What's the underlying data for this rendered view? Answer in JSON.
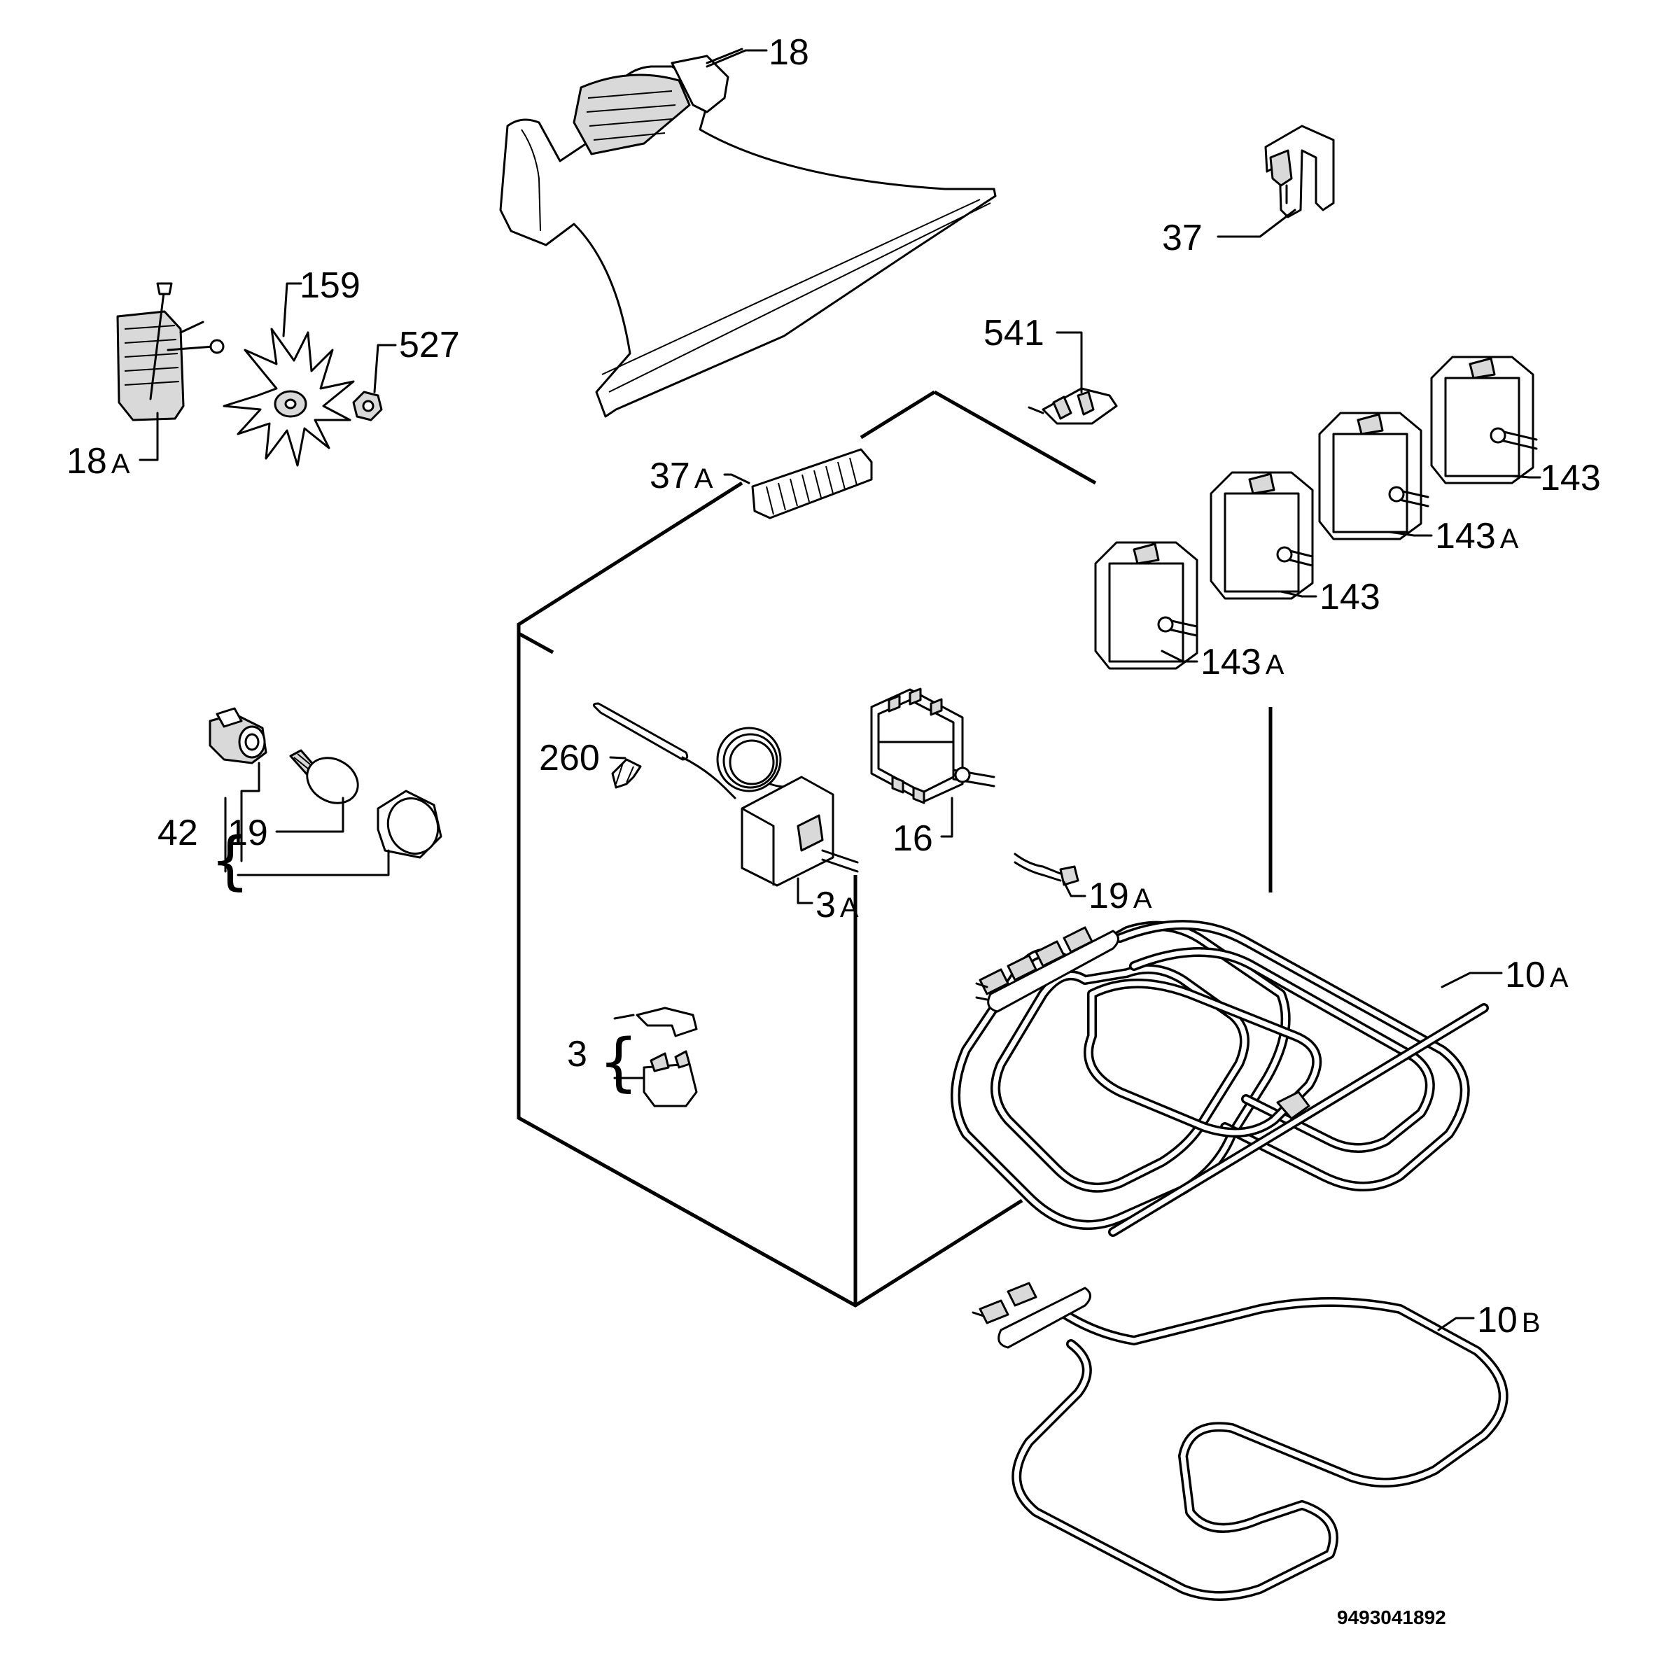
{
  "labels": {
    "l18": "18",
    "l159": "159",
    "l527": "527",
    "l18a_num": "18",
    "l18a_suf": "A",
    "l37": "37",
    "l541": "541",
    "l37a_num": "37",
    "l37a_suf": "A",
    "l143_top": "143",
    "l143a_top_num": "143",
    "l143a_top_suf": "A",
    "l143_mid": "143",
    "l143a_low_num": "143",
    "l143a_low_suf": "A",
    "l260": "260",
    "l16": "16",
    "l42": "42",
    "l19": "19",
    "l3a_num": "3",
    "l3a_suf": "A",
    "l19a_num": "19",
    "l19a_suf": "A",
    "l10a_num": "10",
    "l10a_suf": "A",
    "l3": "3",
    "l10b_num": "10",
    "l10b_suf": "B"
  },
  "code": "9493041892",
  "icons": [
    "fan-motor-icon",
    "fan-blade-icon",
    "nut-icon",
    "fan-housing-icon",
    "clamp-icon",
    "terminal-clip-icon",
    "terminal-block-icon",
    "energy-regulator-icon",
    "thermostat-icon",
    "selector-switch-icon",
    "lamp-holder-icon",
    "lamp-icon",
    "lamp-cover-icon",
    "thermal-cutout-icon",
    "indicator-lamp-icon",
    "grill-element-icon",
    "bottom-element-icon"
  ]
}
